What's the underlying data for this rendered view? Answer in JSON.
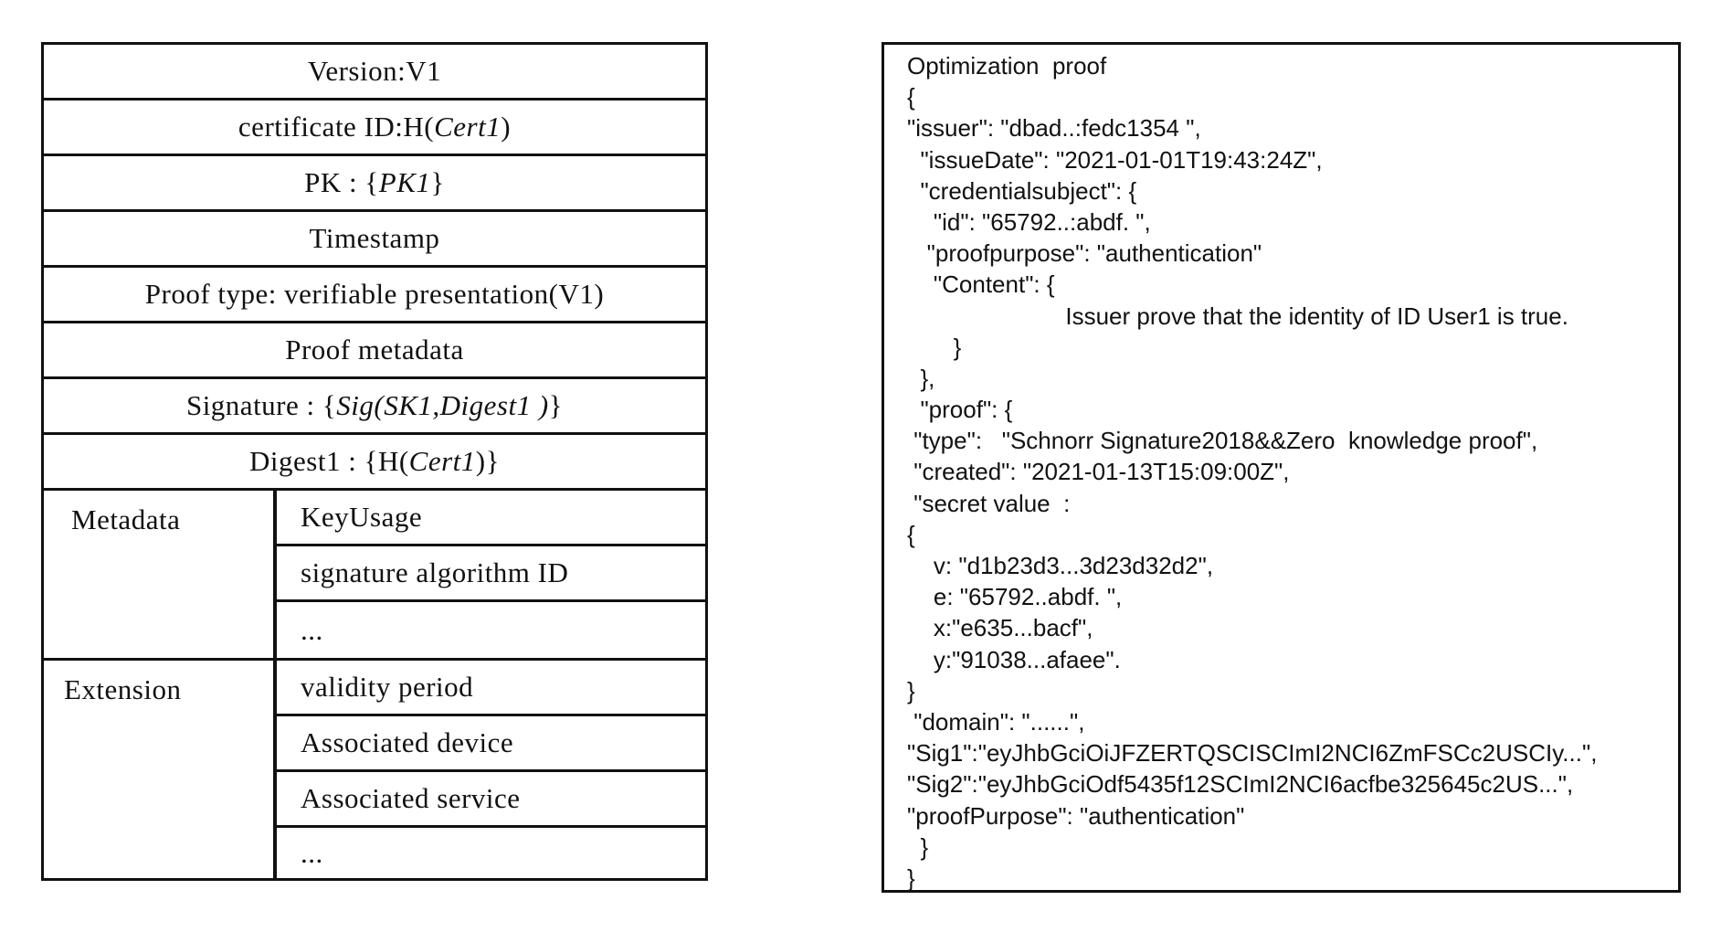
{
  "certificate": {
    "version_row": "Version:V1",
    "cert_id_prefix": "certificate ID:H(",
    "cert_id_var": "Cert1",
    "cert_id_suffix": ")",
    "pk_prefix": "PK : {",
    "pk_var": "PK1",
    "pk_suffix": "}",
    "timestamp_row": "Timestamp",
    "proof_type_row": "Proof type: verifiable presentation(V1)",
    "proof_metadata_row": "Proof metadata",
    "signature_prefix": "Signature : {",
    "signature_var": "Sig(SK1,Digest1 )",
    "signature_suffix": "}",
    "digest_prefix": "Digest1 : {H(",
    "digest_var": "Cert1",
    "digest_suffix": ")}",
    "metadata_group": {
      "label": "Metadata",
      "items": [
        "KeyUsage",
        "signature algorithm ID",
        "..."
      ]
    },
    "extension_group": {
      "label": "Extension",
      "items": [
        "validity period",
        "Associated device",
        "Associated service",
        "..."
      ]
    }
  },
  "proof_box": {
    "lines": [
      "Optimization  proof",
      "{",
      "\"issuer\": \"dbad..:fedc1354 \",",
      "  \"issueDate\": \"2021-01-01T19:43:24Z\",",
      "  \"credentialsubject\": {",
      "    \"id\": \"65792..:abdf. \",",
      "   \"proofpurpose\": \"authentication\"",
      "    \"Content\": {",
      "                        Issuer prove that the identity of ID User1 is true.",
      "       }",
      "  },",
      "  \"proof\": {",
      " \"type\":   \"Schnorr Signature2018&&Zero  knowledge proof\",",
      " \"created\": \"2021-01-13T15:09:00Z\",",
      " \"secret value  :",
      "{",
      "    v: \"d1b23d3...3d23d32d2\",",
      "    e: \"65792..abdf. \",",
      "    x:\"e635...bacf\",",
      "    y:\"91038...afaee\".",
      "}",
      " \"domain\": \"......\",",
      "\"Sig1\":\"eyJhbGciOiJFZERTQSCISCImI2NCI6ZmFSCc2USCIy...\",",
      "\"Sig2\":\"eyJhbGciOdf5435f12SCImI2NCI6acfbe325645c2US...\",",
      "\"proofPurpose\": \"authentication\"",
      "  }",
      "}"
    ]
  }
}
